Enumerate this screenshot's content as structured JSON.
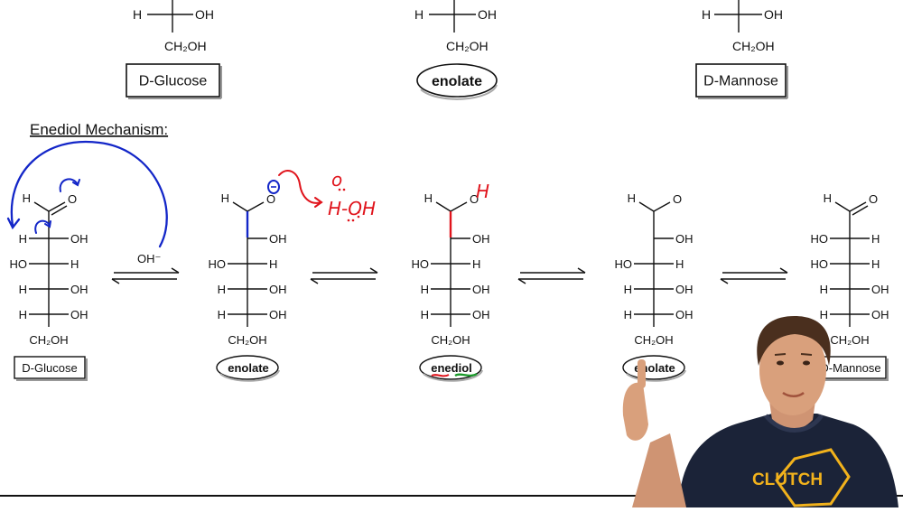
{
  "top_row": {
    "glucose": {
      "left": "H",
      "right": "OH",
      "bottom": "CH₂OH",
      "name": "D-Glucose"
    },
    "enolate": {
      "left": "H",
      "right": "OH",
      "bottom": "CH₂OH",
      "name": "enolate"
    },
    "mannose": {
      "left": "H",
      "right": "OH",
      "bottom": "CH₂OH",
      "name": "D-Mannose"
    }
  },
  "section_title": "Enediol Mechanism:",
  "reagent": "OH⁻",
  "handwritten_water": "H-OH",
  "handwritten_o": "o",
  "handwritten_h": "H",
  "structures": [
    {
      "name": "D-Glucose",
      "label_shape": "rect",
      "top_h": "H",
      "top_o": "O",
      "rows": [
        [
          "H",
          "OH"
        ],
        [
          "HO",
          "H"
        ],
        [
          "H",
          "OH"
        ],
        [
          "H",
          "OH"
        ]
      ],
      "bottom": "CH₂OH"
    },
    {
      "name": "enolate",
      "label_shape": "ellipse",
      "top_h": "H",
      "top_o": "O",
      "rows": [
        [
          "",
          "OH"
        ],
        [
          "HO",
          "H"
        ],
        [
          "H",
          "OH"
        ],
        [
          "H",
          "OH"
        ]
      ],
      "bottom": "CH₂OH"
    },
    {
      "name": "enediol",
      "label_shape": "ellipse",
      "top_h": "H",
      "top_o": "O",
      "rows": [
        [
          "",
          "OH"
        ],
        [
          "HO",
          "H"
        ],
        [
          "H",
          "OH"
        ],
        [
          "H",
          "OH"
        ]
      ],
      "bottom": "CH₂OH"
    },
    {
      "name": "enolate",
      "label_shape": "ellipse",
      "top_h": "H",
      "top_o": "O",
      "rows": [
        [
          "",
          "OH"
        ],
        [
          "HO",
          "H"
        ],
        [
          "H",
          "OH"
        ],
        [
          "H",
          "OH"
        ]
      ],
      "bottom": "CH₂OH"
    },
    {
      "name": "D-Mannose",
      "label_shape": "rect",
      "top_h": "H",
      "top_o": "O",
      "rows": [
        [
          "HO",
          "H"
        ],
        [
          "HO",
          "H"
        ],
        [
          "H",
          "OH"
        ],
        [
          "H",
          "OH"
        ]
      ],
      "bottom": "CH₂OH"
    }
  ],
  "brand": "CLUTCH",
  "colors": {
    "ink": "#111111",
    "annotation_blue": "#1326c8",
    "annotation_red": "#e0141c",
    "annotation_green": "#1a9a2a",
    "shirt": "#1b2338",
    "logo_gold": "#f2b21c",
    "skin": "#d9a07c",
    "hair": "#4a2f1e"
  }
}
